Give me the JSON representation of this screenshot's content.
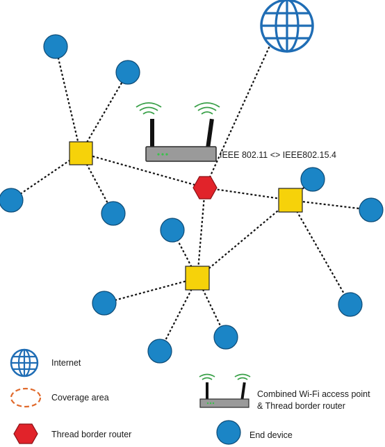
{
  "annotation": {
    "router_protocol": "IEEE 802.11 <> IEEE802.15.4"
  },
  "legend": {
    "internet": "Internet",
    "coverage_area": "Coverage area",
    "thread_border_router": "Thread border router",
    "combined_line1": "Combined Wi-Fi access point",
    "combined_line2": "& Thread border router",
    "end_device": "End device"
  },
  "colors": {
    "end_device": "#1b85c6",
    "hub": "#f6d20a",
    "thread_border_router": "#e1232a",
    "globe": "#1f6db5",
    "coverage_area": "#e06a2c",
    "wifi_waves": "#39a048"
  }
}
